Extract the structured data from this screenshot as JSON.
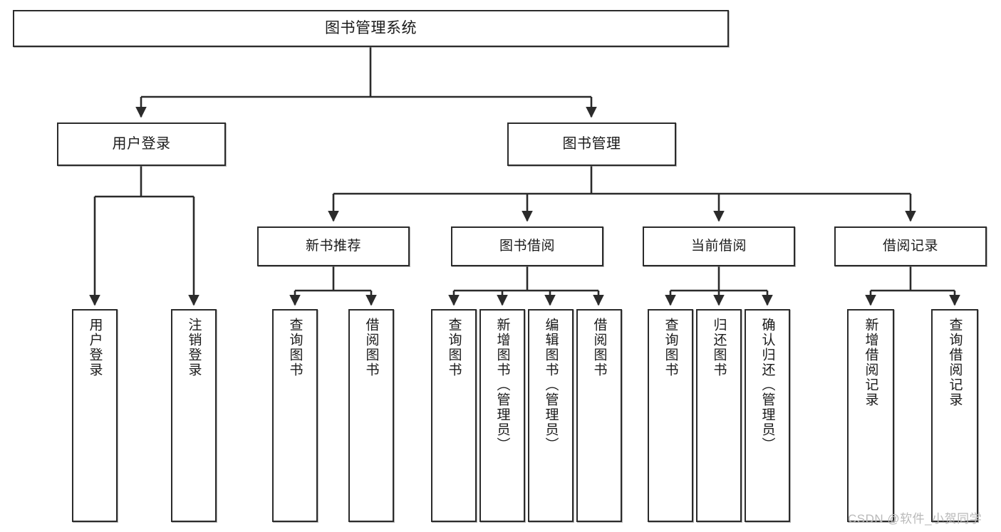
{
  "diagram": {
    "title": "图书管理系统",
    "type": "hierarchy-tree",
    "watermark": "CSDN @软件_小贺同学",
    "colors": {
      "box_border": "#2b2b2b",
      "box_fill": "#ffffff",
      "connector": "#2b2b2b",
      "text": "#1a1a1a",
      "watermark": "#b9b9b9",
      "canvas": "#ffffff"
    },
    "root": {
      "label": "图书管理系统"
    },
    "level2": [
      {
        "label": "用户登录"
      },
      {
        "label": "图书管理"
      }
    ],
    "level3": [
      {
        "label": "新书推荐"
      },
      {
        "label": "图书借阅"
      },
      {
        "label": "当前借阅"
      },
      {
        "label": "借阅记录"
      }
    ],
    "leaves": {
      "user_login": [
        {
          "label": "用户登录"
        },
        {
          "label": "注销登录"
        }
      ],
      "new_book_recommend": [
        {
          "label": "查询图书"
        },
        {
          "label": "借阅图书"
        }
      ],
      "book_borrow": [
        {
          "label": "查询图书"
        },
        {
          "label": "新增图书（管理员）"
        },
        {
          "label": "编辑图书（管理员）"
        },
        {
          "label": "借阅图书"
        }
      ],
      "current_borrow": [
        {
          "label": "查询图书"
        },
        {
          "label": "归还图书"
        },
        {
          "label": "确认归还（管理员）"
        }
      ],
      "borrow_record": [
        {
          "label": "新增借阅记录"
        },
        {
          "label": "查询借阅记录"
        }
      ]
    }
  }
}
